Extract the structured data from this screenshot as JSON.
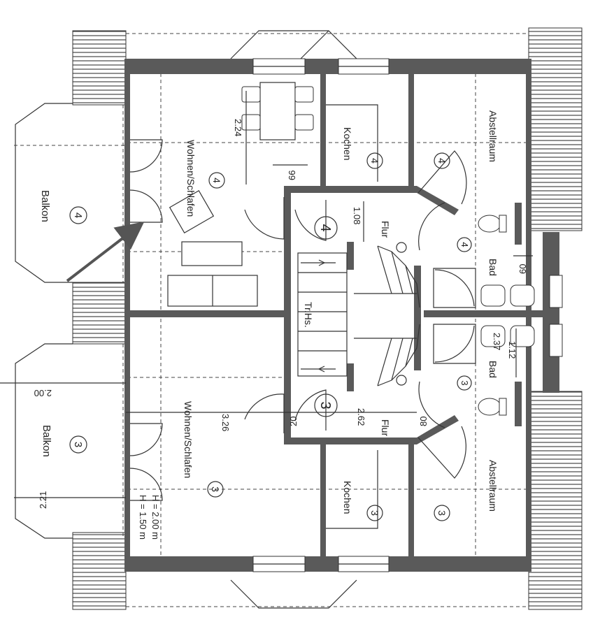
{
  "rooms": {
    "wohnen_upper": {
      "label": "Wohnen/Schlafen",
      "num": "4"
    },
    "wohnen_lower": {
      "label": "Wohnen/Schlafen",
      "num": "3"
    },
    "balkon_upper": {
      "label": "Balkon",
      "num": "4"
    },
    "balkon_lower": {
      "label": "Balkon",
      "num": "3"
    },
    "kochen_upper": {
      "label": "Kochen",
      "num": "4"
    },
    "kochen_lower": {
      "label": "Kochen",
      "num": "3"
    },
    "abstell_upper": {
      "label": "Abstellraum",
      "num": "4"
    },
    "abstell_lower": {
      "label": "Abstellraum",
      "num": "3"
    },
    "abstell_lower_extra_num": "3",
    "flur_upper": {
      "label": "Flur",
      "num": "4"
    },
    "flur_lower": {
      "label": "Flur",
      "num": "3"
    },
    "bad_upper": {
      "label": "Bad",
      "num": "4"
    },
    "bad_lower": {
      "label": "Bad",
      "num": "3"
    },
    "treppenhaus": {
      "label": "Tr.Hs."
    }
  },
  "dimensions": {
    "d_224": "2.24",
    "d_66": "66",
    "d_108": "1.08",
    "d_60": "60",
    "d_237": "2.37",
    "d_112": "1.12",
    "d_200": "2.00",
    "d_326": "3.26",
    "d_20": "20",
    "d_262": "2.62",
    "d_80": "80",
    "d_221": "2.21"
  },
  "height_notes": {
    "h1": "H = 1.50 m",
    "h2": "H = 2.00 m"
  },
  "colors": {
    "wall": "#5a5a5a",
    "line": "#333333",
    "arrow": "#555555"
  }
}
